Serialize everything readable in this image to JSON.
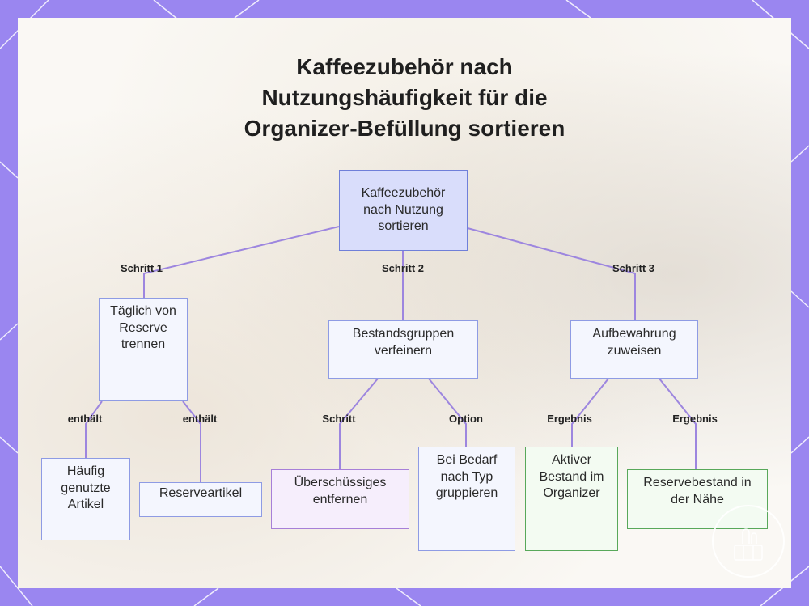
{
  "title": {
    "line1": "Kaffeezubehör nach",
    "line2": "Nutzungshäufigkeit für die",
    "line3": "Organizer-Befüllung sortieren"
  },
  "nodes": {
    "root": "Kaffeezubehör nach Nutzung sortieren",
    "step1": "Täglich von Reserve trennen",
    "step2": "Bestandsgruppen verfeinern",
    "step3": "Aufbewahrung zuweisen",
    "frequent": "Häufig genutzte Artikel",
    "reserve_items": "Reserveartikel",
    "remove_excess": "Überschüssiges entfernen",
    "group_by_type": "Bei Bedarf nach Typ gruppieren",
    "active_stock": "Aktiver Bestand im Organizer",
    "reserve_nearby": "Reservebestand in der Nähe"
  },
  "edge_labels": {
    "step1": "Schritt 1",
    "step2": "Schritt 2",
    "step3": "Schritt 3",
    "contains_a": "enthält",
    "contains_b": "enthält",
    "step": "Schritt",
    "option": "Option",
    "result_a": "Ergebnis",
    "result_b": "Ergebnis"
  },
  "colors": {
    "frame": "#9a86f0",
    "edge": "#9d86df",
    "root_fill": "#d9ddfb",
    "purple_border": "#a77fd8",
    "green_border": "#58a85a"
  }
}
